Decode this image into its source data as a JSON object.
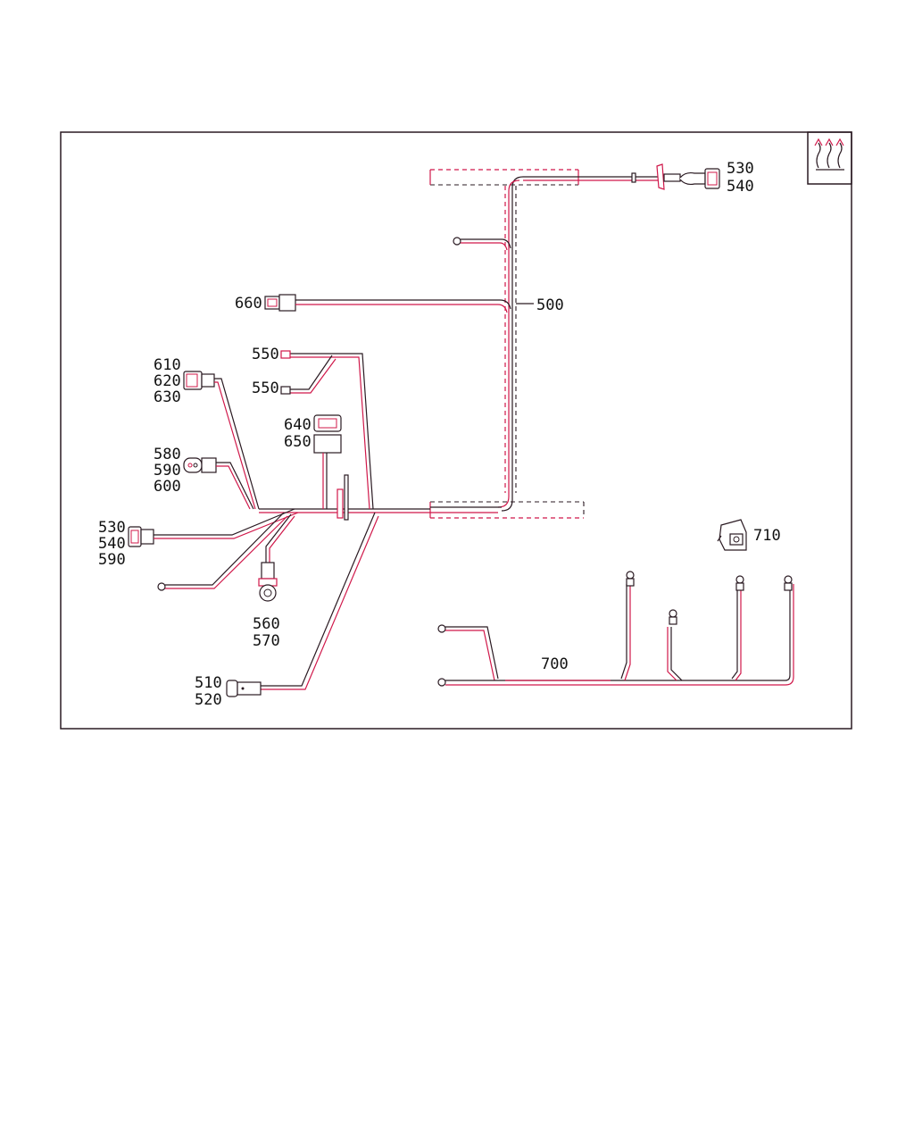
{
  "diagram": {
    "callouts": {
      "c530_540_top": [
        "530",
        "540"
      ],
      "c660": "660",
      "c500": "500",
      "c550_a": "550",
      "c550_b": "550",
      "c610_620_630": [
        "610",
        "620",
        "630"
      ],
      "c640_650": [
        "640",
        "650"
      ],
      "c580_590_600": [
        "580",
        "590",
        "600"
      ],
      "c530_540_590": [
        "530",
        "540",
        "590"
      ],
      "c560_570": [
        "560",
        "570"
      ],
      "c510_520": [
        "510",
        "520"
      ],
      "c710": "710",
      "c700": "700"
    },
    "icons": {
      "heat_symbol": "heat-warning-icon"
    },
    "colors": {
      "wire_dark": "#2a1a22",
      "wire_red": "#d0184a"
    }
  }
}
